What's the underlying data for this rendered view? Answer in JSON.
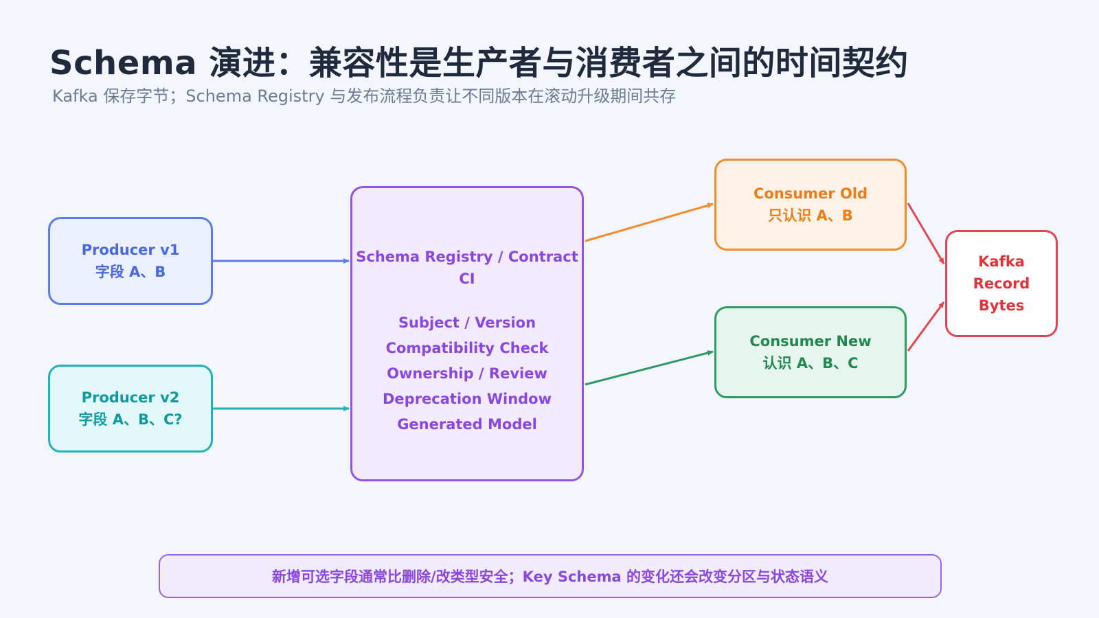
{
  "title": "Schema 演进：兼容性是生产者与消费者之间的时间契约",
  "subtitle": "Kafka 保存字节；Schema Registry 与发布流程负责让不同版本在滚动升级期间共存",
  "producer_v1": {
    "name": "Producer v1",
    "fields": "字段 A、B",
    "color": "#5b7af0"
  },
  "producer_v2": {
    "name": "Producer v2",
    "fields": "字段 A、B、C?",
    "color": "#1fb2b8"
  },
  "registry": {
    "title": "Schema Registry / Contract CI",
    "items": [
      "Subject / Version",
      "Compatibility Check",
      "Ownership / Review",
      "Deprecation Window",
      "Generated Model"
    ],
    "color": "#9353e8"
  },
  "consumer_old": {
    "name": "Consumer Old",
    "fields": "只认识 A、B",
    "color": "#f58a2a"
  },
  "consumer_new": {
    "name": "Consumer New",
    "fields": "认识 A、B、C",
    "color": "#2e9a62"
  },
  "kafka": {
    "line1": "Kafka",
    "line2": "Record",
    "line3": "Bytes",
    "color": "#e5464e"
  },
  "note": "新增可选字段通常比删除/改类型安全；Key Schema 的变化还会改变分区与状态语义"
}
